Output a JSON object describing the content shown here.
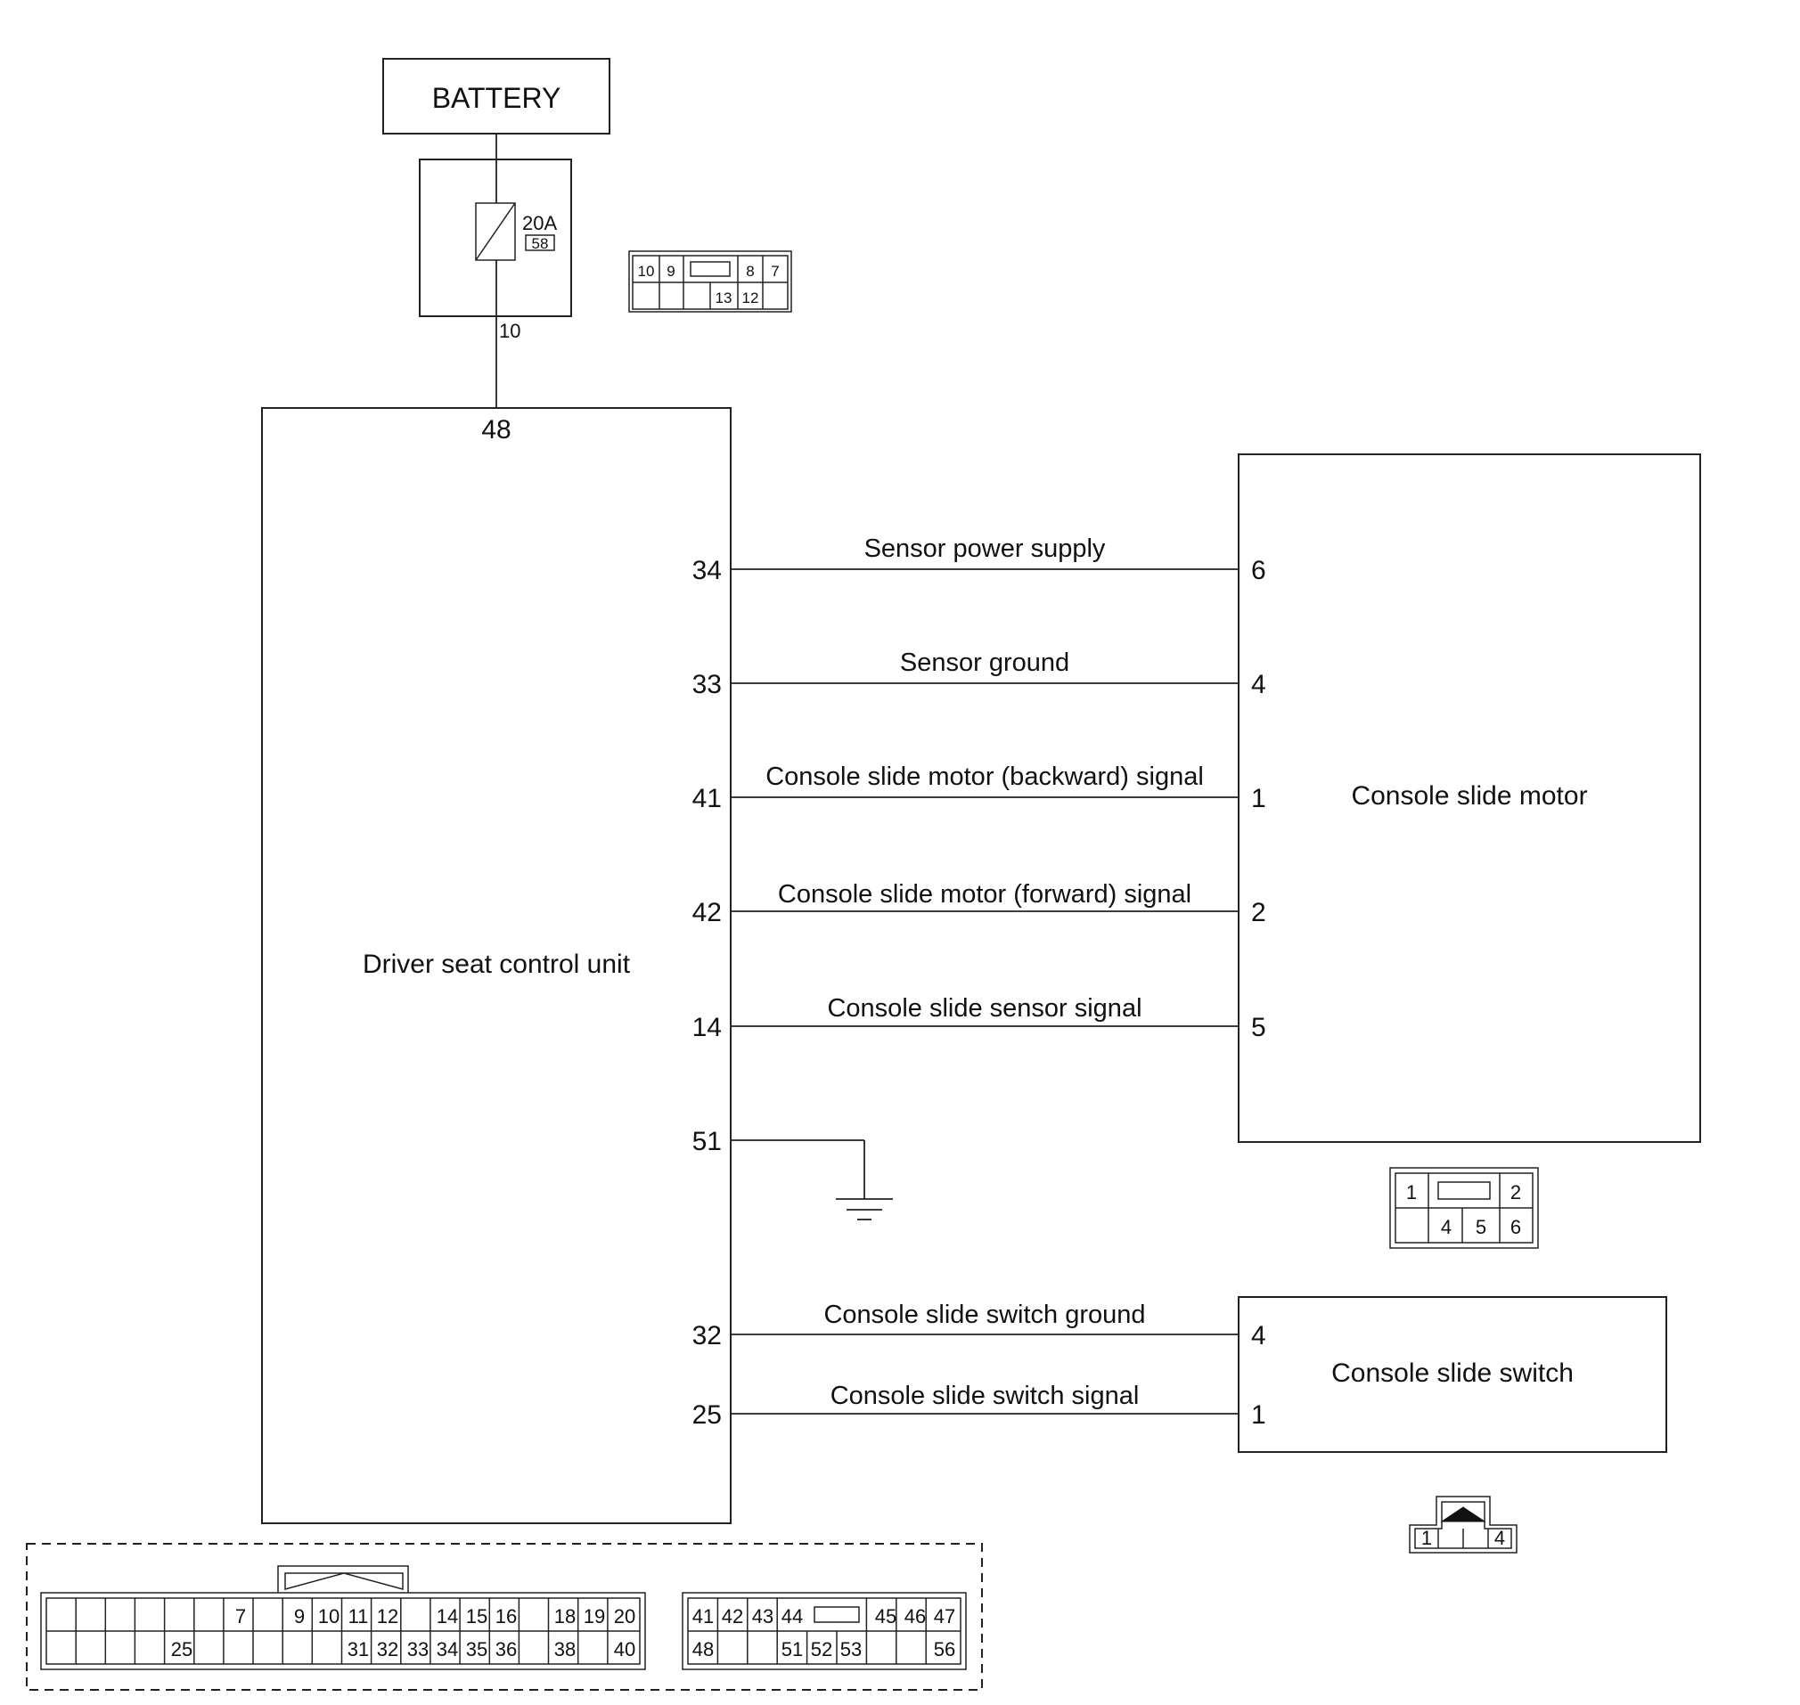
{
  "battery": {
    "label": "BATTERY"
  },
  "fuse": {
    "rating": "20A",
    "number": "58",
    "pin_out": "10"
  },
  "fuse_connector": {
    "top_pins": [
      "10",
      "9",
      "8",
      "7"
    ],
    "bottom_pins": [
      "13",
      "12"
    ]
  },
  "control_unit": {
    "label": "Driver seat control unit",
    "power_pin": "48",
    "ground_pin": "51"
  },
  "motor": {
    "label": "Console slide motor"
  },
  "switch": {
    "label": "Console slide switch"
  },
  "wires": [
    {
      "from_pin": "34",
      "to_pin": "6",
      "signal": "Sensor power supply"
    },
    {
      "from_pin": "33",
      "to_pin": "4",
      "signal": "Sensor ground"
    },
    {
      "from_pin": "41",
      "to_pin": "1",
      "signal": "Console slide motor (backward) signal"
    },
    {
      "from_pin": "42",
      "to_pin": "2",
      "signal": "Console slide motor (forward) signal"
    },
    {
      "from_pin": "14",
      "to_pin": "5",
      "signal": "Console slide sensor signal"
    }
  ],
  "switch_wires": [
    {
      "from_pin": "32",
      "to_pin": "4",
      "signal": "Console slide switch ground"
    },
    {
      "from_pin": "25",
      "to_pin": "1",
      "signal": "Console slide switch signal"
    }
  ],
  "motor_connector": {
    "top_pins": [
      "1",
      "2"
    ],
    "bottom_pins": [
      "4",
      "5",
      "6"
    ]
  },
  "switch_connector": {
    "pins": [
      "1",
      "4"
    ]
  },
  "cu_connector_a": {
    "top_pins": [
      "7",
      "9",
      "10",
      "11",
      "12",
      "14",
      "15",
      "16",
      "18",
      "19",
      "20"
    ],
    "bottom_pins": [
      "25",
      "31",
      "32",
      "33",
      "34",
      "35",
      "36",
      "38",
      "40"
    ]
  },
  "cu_connector_b": {
    "top_pins": [
      "41",
      "42",
      "43",
      "44",
      "45",
      "46",
      "47"
    ],
    "bottom_pins": [
      "48",
      "51",
      "52",
      "53",
      "56"
    ]
  }
}
